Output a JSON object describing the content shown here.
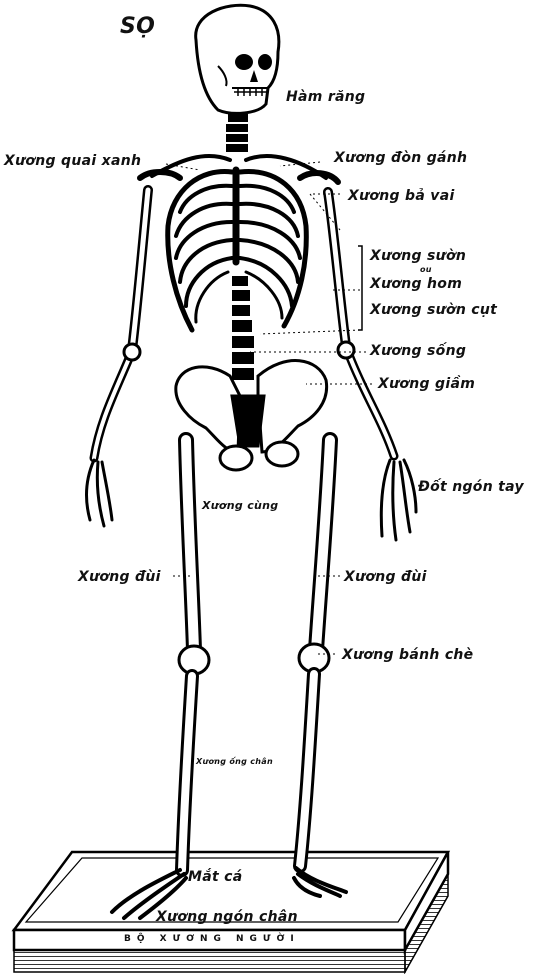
{
  "title": "SỌ",
  "labels": {
    "ham_rang": "Hàm răng",
    "quai_xanh": "Xương quai xanh",
    "don_ganh": "Xương đòn gánh",
    "ba_vai": "Xương bả vai",
    "suon": "Xương sườn",
    "ou": "ou",
    "hom": "Xương hom",
    "suon_cut": "Xương sườn cụt",
    "song": "Xương sống",
    "giam": "Xương giầm",
    "ngon_tay": "Đốt ngón tay",
    "cung": "Xương cùng",
    "dui_left": "Xương đùi",
    "dui_right": "Xương đùi",
    "banh_che": "Xương bánh chè",
    "ong_chan": "Xương ống chân",
    "mat_ca": "Mắt cá",
    "ngon_chan": "Xương ngón chân"
  },
  "base_title": "BỘ XƯƠNG NGƯỜI"
}
